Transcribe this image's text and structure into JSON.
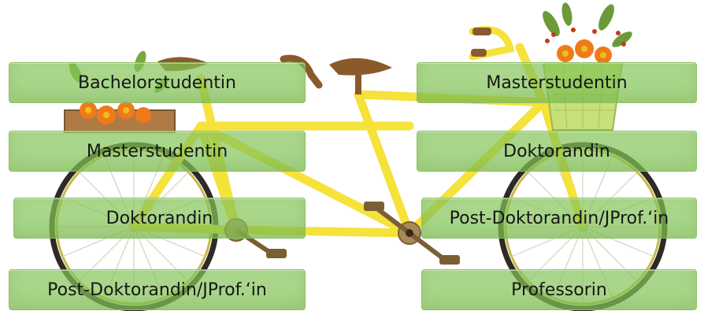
{
  "left_column": [
    "Bachelorstudentin",
    "Masterstudentin",
    "Doktorandin",
    "Post-Doktorandin/JProf.‘in"
  ],
  "right_column": [
    "Masterstudentin",
    "Doktorandin",
    "Post-Doktorandin/JProf.‘in",
    "Professorin"
  ],
  "colors": {
    "box_fill": "#84c458",
    "bike_frame": "#f5e23a",
    "saddle": "#8b5a2b",
    "tire": "#2e2a24",
    "flowers": "#f07a18"
  },
  "icons": [
    "tandem-bicycle-icon",
    "front-basket-icon",
    "rear-crate-icon",
    "flower-bouquet-icon"
  ]
}
